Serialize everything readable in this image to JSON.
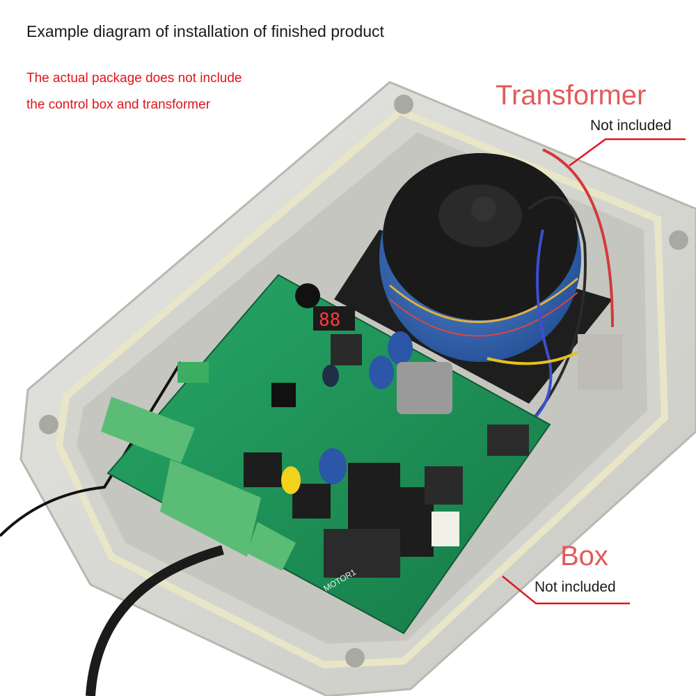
{
  "header": {
    "title": "Example diagram of installation of finished product"
  },
  "notice": {
    "line1": "The actual package does not include",
    "line2": "the control box and transformer"
  },
  "callouts": {
    "transformer": {
      "label": "Transformer",
      "status": "Not included"
    },
    "box": {
      "label": "Box",
      "status": "Not included"
    }
  },
  "pcb": {
    "display_digits": "88",
    "capacitor_marking": "",
    "terminal_label": "MOTOR1"
  },
  "colors": {
    "accent_red": "#e0141a",
    "callout_red": "#e35a5a",
    "pcb_green": "#1f9a5c",
    "box_grey": "#dcdcd8"
  }
}
